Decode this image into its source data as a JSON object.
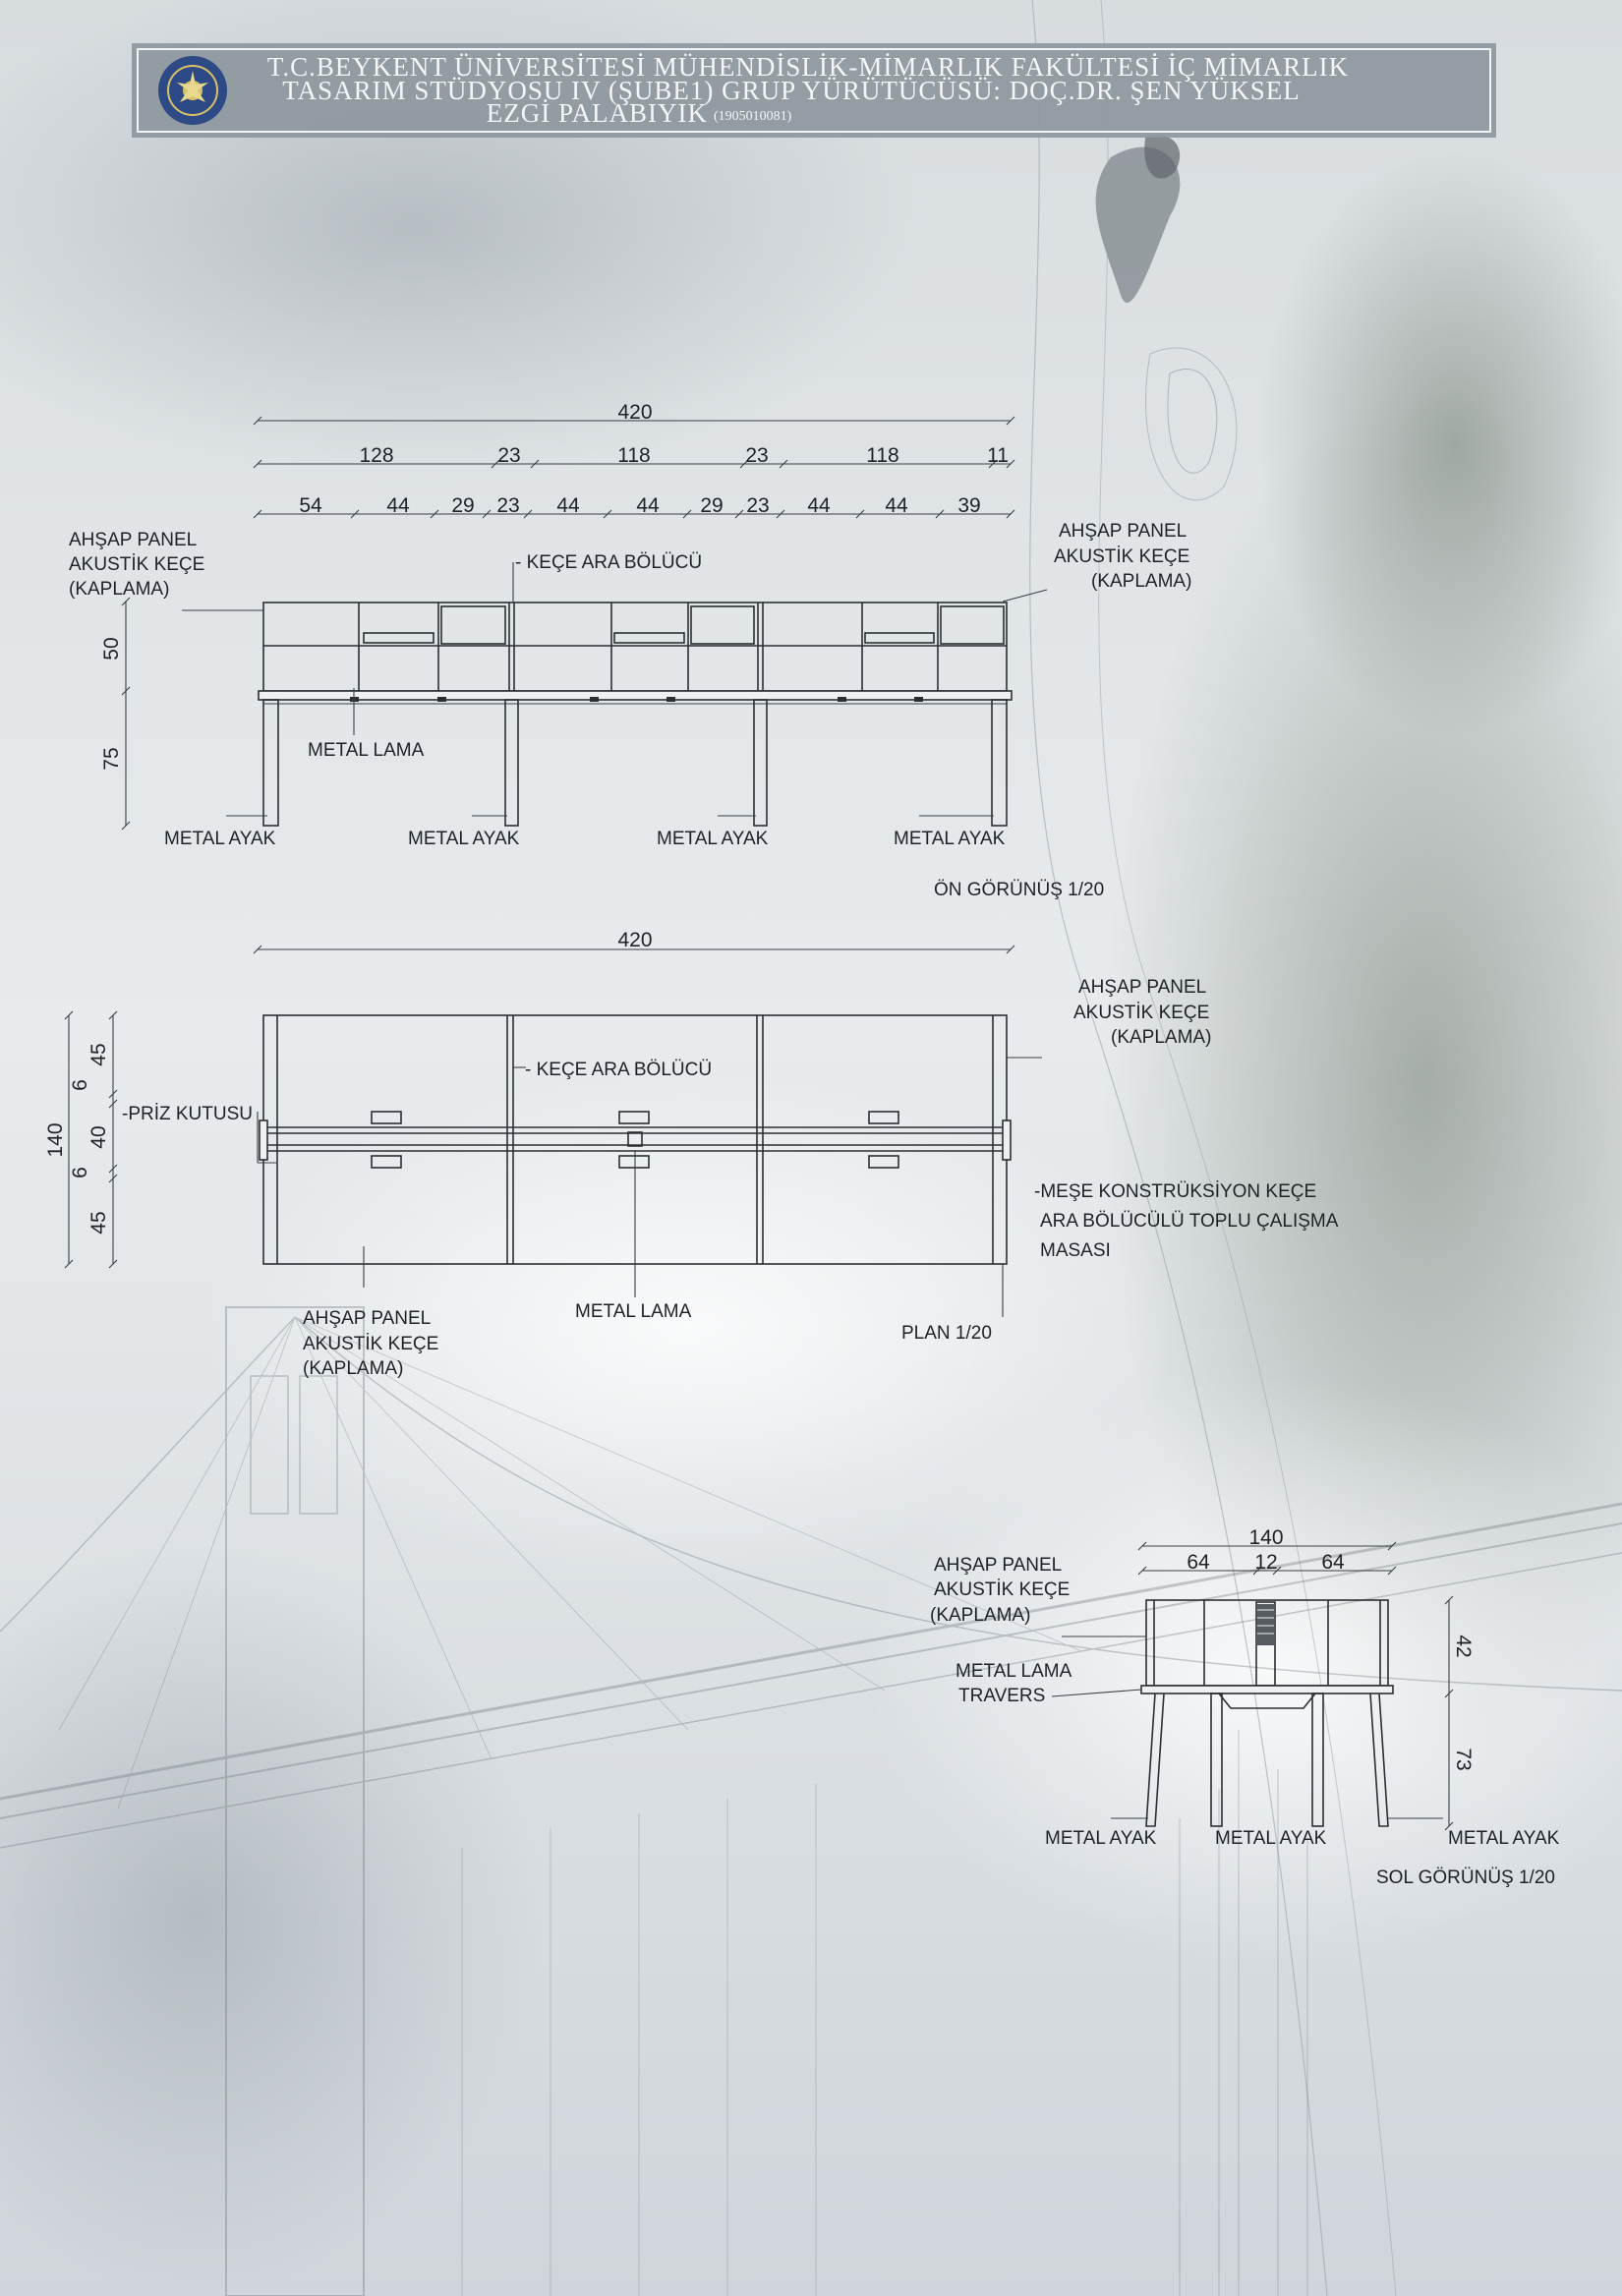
{
  "title_block": {
    "line1": "T.C.BEYKENT ÜNİVERSİTESİ MÜHENDİSLİK-MİMARLIK FAKÜLTESİ İÇ MİMARLIK",
    "line2": "TASARIM STÜDYOSU IV (ŞUBE1)        GRUP YÜRÜTÜCÜSÜ: DOÇ.DR. ŞEN YÜKSEL",
    "line3": "EZGİ PALABIYIK",
    "student_no": "(1905010081)",
    "colors": {
      "band": "#8e979e",
      "frame": "#f2f4f5",
      "seal": "#2d4a86"
    }
  },
  "front_view": {
    "total_dim": "420",
    "dims_row2": [
      "128",
      "23",
      "118",
      "23",
      "118",
      "11"
    ],
    "dims_row3": [
      "54",
      "44",
      "29",
      "23",
      "44",
      "44",
      "29",
      "23",
      "44",
      "44",
      "39"
    ],
    "height_dims": [
      "50",
      "75"
    ],
    "label_panel_left": [
      "AHŞAP PANEL",
      "AKUSTİK KEÇE",
      "(KAPLAMA)"
    ],
    "label_panel_right": [
      "AHŞAP PANEL",
      "AKUSTİK KEÇE",
      "(KAPLAMA)"
    ],
    "label_divider": "- KEÇE ARA BÖLÜCÜ",
    "label_metal_lama": "METAL LAMA",
    "label_legs": [
      "METAL  AYAK",
      "METAL  AYAK",
      "METAL  AYAK",
      "METAL  AYAK"
    ],
    "caption": "ÖN GÖRÜNÜŞ 1/20"
  },
  "plan_view": {
    "total_dim": "420",
    "left_dims": [
      "45",
      "6",
      "40",
      "6",
      "45"
    ],
    "overall_depth": "140",
    "label_priz": "-PRİZ KUTUSU",
    "label_divider": "- KEÇE ARA BÖLÜCÜ",
    "label_panel_right": [
      "AHŞAP PANEL",
      "AKUSTİK KEÇE",
      "(KAPLAMA)"
    ],
    "label_panel_bottom": [
      "AHŞAP PANEL",
      "AKUSTİK KEÇE",
      "(KAPLAMA)"
    ],
    "label_metal_lama": "METAL LAMA",
    "description": [
      "-MEŞE KONSTRÜKSİYON KEÇE",
      "ARA BÖLÜCÜLÜ TOPLU ÇALIŞMA",
      "MASASI"
    ],
    "caption": "PLAN 1/20"
  },
  "side_view": {
    "total_dim": "140",
    "dims": [
      "64",
      "12",
      "64"
    ],
    "height_dims": [
      "42",
      "73"
    ],
    "label_panel": [
      "AHŞAP PANEL",
      "AKUSTİK KEÇE",
      "(KAPLAMA)"
    ],
    "label_lama": [
      "METAL LAMA",
      "TRAVERS"
    ],
    "label_legs": [
      "METAL  AYAK",
      "METAL AYAK",
      "METAL    AYAK"
    ],
    "caption": "SOL GÖRÜNÜŞ 1/20"
  }
}
